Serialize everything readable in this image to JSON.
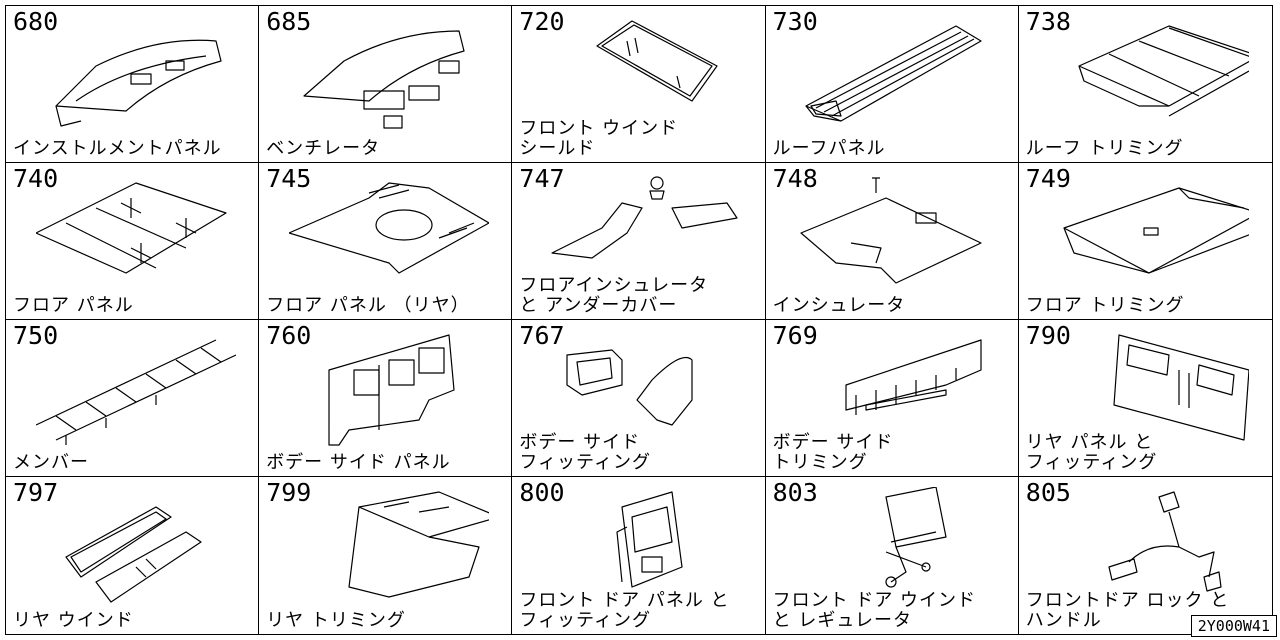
{
  "cells": [
    {
      "number": "680",
      "label": "インストルメントパネル"
    },
    {
      "number": "685",
      "label": "ベンチレータ"
    },
    {
      "number": "720",
      "label": "フロント ウインド\nシールド"
    },
    {
      "number": "730",
      "label": "ルーフパネル"
    },
    {
      "number": "738",
      "label": "ルーフ トリミング"
    },
    {
      "number": "740",
      "label": "フロア パネル"
    },
    {
      "number": "745",
      "label": "フロア パネル （リヤ）"
    },
    {
      "number": "747",
      "label": "フロアインシュレータ\nと アンダーカバー"
    },
    {
      "number": "748",
      "label": "インシュレータ"
    },
    {
      "number": "749",
      "label": "フロア トリミング"
    },
    {
      "number": "750",
      "label": "メンバー"
    },
    {
      "number": "760",
      "label": "ボデー サイド パネル"
    },
    {
      "number": "767",
      "label": "ボデー サイド\nフィッティング"
    },
    {
      "number": "769",
      "label": "ボデー サイド\nトリミング"
    },
    {
      "number": "790",
      "label": "リヤ パネル と\nフィッティング"
    },
    {
      "number": "797",
      "label": "リヤ ウインド"
    },
    {
      "number": "799",
      "label": "リヤ トリミング"
    },
    {
      "number": "800",
      "label": "フロント ドア パネル と\nフィッティング"
    },
    {
      "number": "803",
      "label": "フロント ドア ウインド\nと レギュレータ"
    },
    {
      "number": "805",
      "label": "フロントドア ロック と\nハンドル"
    }
  ],
  "diagram_code": "2Y000W41"
}
